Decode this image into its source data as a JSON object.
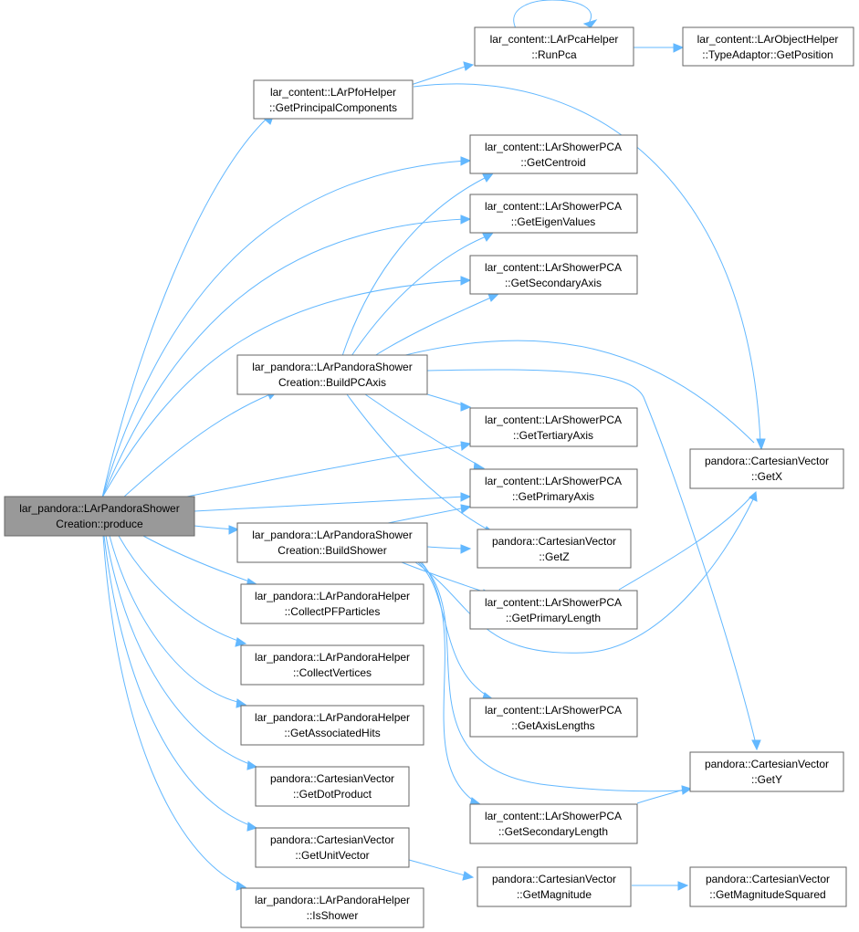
{
  "colors": {
    "edge": "#63b8ff",
    "node_border": "#666666",
    "root_fill": "#999999",
    "node_fill": "#ffffff"
  },
  "nodes": {
    "produce": {
      "line1": "lar_pandora::LArPandoraShower",
      "line2": "Creation::produce"
    },
    "getPrincipalComp": {
      "line1": "lar_content::LArPfoHelper",
      "line2": "::GetPrincipalComponents"
    },
    "runPca": {
      "line1": "lar_content::LArPcaHelper",
      "line2": "::RunPca"
    },
    "typeAdaptor": {
      "line1": "lar_content::LArObjectHelper",
      "line2": "::TypeAdaptor::GetPosition"
    },
    "getCentroid": {
      "line1": "lar_content::LArShowerPCA",
      "line2": "::GetCentroid"
    },
    "getEigenValues": {
      "line1": "lar_content::LArShowerPCA",
      "line2": "::GetEigenValues"
    },
    "getSecondaryAxis": {
      "line1": "lar_content::LArShowerPCA",
      "line2": "::GetSecondaryAxis"
    },
    "buildPCAxis": {
      "line1": "lar_pandora::LArPandoraShower",
      "line2": "Creation::BuildPCAxis"
    },
    "getTertiaryAxis": {
      "line1": "lar_content::LArShowerPCA",
      "line2": "::GetTertiaryAxis"
    },
    "getPrimaryAxis": {
      "line1": "lar_content::LArShowerPCA",
      "line2": "::GetPrimaryAxis"
    },
    "buildShower": {
      "line1": "lar_pandora::LArPandoraShower",
      "line2": "Creation::BuildShower"
    },
    "getZ": {
      "line1": "pandora::CartesianVector",
      "line2": "::GetZ"
    },
    "getPrimaryLength": {
      "line1": "lar_content::LArShowerPCA",
      "line2": "::GetPrimaryLength"
    },
    "getX": {
      "line1": "pandora::CartesianVector",
      "line2": "::GetX"
    },
    "collectPF": {
      "line1": "lar_pandora::LArPandoraHelper",
      "line2": "::CollectPFParticles"
    },
    "collectVertices": {
      "line1": "lar_pandora::LArPandoraHelper",
      "line2": "::CollectVertices"
    },
    "getAssocHits": {
      "line1": "lar_pandora::LArPandoraHelper",
      "line2": "::GetAssociatedHits"
    },
    "getAxisLengths": {
      "line1": "lar_content::LArShowerPCA",
      "line2": "::GetAxisLengths"
    },
    "getDotProduct": {
      "line1": "pandora::CartesianVector",
      "line2": "::GetDotProduct"
    },
    "getY": {
      "line1": "pandora::CartesianVector",
      "line2": "::GetY"
    },
    "getSecondaryLength": {
      "line1": "lar_content::LArShowerPCA",
      "line2": "::GetSecondaryLength"
    },
    "getUnitVector": {
      "line1": "pandora::CartesianVector",
      "line2": "::GetUnitVector"
    },
    "getMagnitude": {
      "line1": "pandora::CartesianVector",
      "line2": "::GetMagnitude"
    },
    "getMagSquared": {
      "line1": "pandora::CartesianVector",
      "line2": "::GetMagnitudeSquared"
    },
    "isShower": {
      "line1": "lar_pandora::LArPandoraHelper",
      "line2": "::IsShower"
    }
  }
}
